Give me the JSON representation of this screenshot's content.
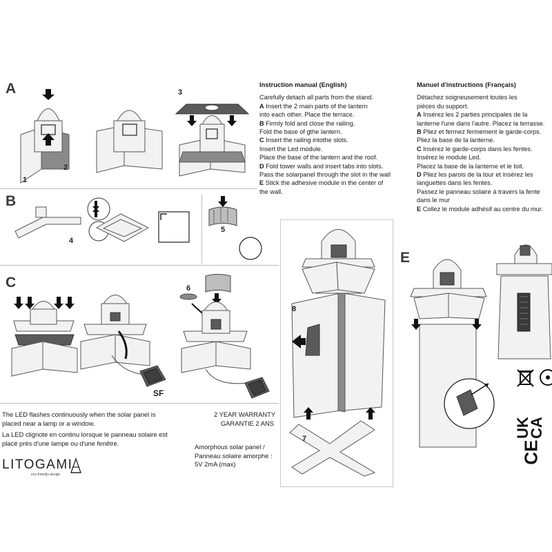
{
  "steps": {
    "A": "A",
    "B": "B",
    "C": "C",
    "D": "D",
    "E": "E"
  },
  "part_numbers": {
    "p1": "1",
    "p2": "2",
    "p3": "3",
    "p4": "4",
    "p5": "5",
    "p6": "6",
    "p7": "7",
    "p8": "8",
    "sf": "SF"
  },
  "english": {
    "heading": "Instruction manual (English)",
    "lines": [
      {
        "key": "",
        "text": "Carefully detach all parts from the stand."
      },
      {
        "key": "A",
        "text": " Insert the 2 main parts of the lantern"
      },
      {
        "key": "",
        "text": "into each other. Place the terrace."
      },
      {
        "key": "B",
        "text": " Firmly fold and close the railing."
      },
      {
        "key": "",
        "text": "Fold the base of gthe lantern."
      },
      {
        "key": "C",
        "text": " Insert the railing intothe slots."
      },
      {
        "key": "",
        "text": "Insert the Led module."
      },
      {
        "key": "",
        "text": "Place the base of the lantern and the roof."
      },
      {
        "key": "D",
        "text": " Fold tower walls and insert tabs into slots."
      },
      {
        "key": "",
        "text": "Pass the solarpanel through the slot in the wall"
      },
      {
        "key": "E",
        "text": " Stick the adhesive module in the center of"
      },
      {
        "key": "",
        "text": "the wall."
      }
    ]
  },
  "french": {
    "heading": "Manuel d'instructions (Français)",
    "lines": [
      {
        "key": "",
        "text": "Détachez soigneusement toutes les"
      },
      {
        "key": "",
        "text": "pièces du support."
      },
      {
        "key": "A",
        "text": " Insérez les 2 parties principales de la"
      },
      {
        "key": "",
        "text": "lanterne l'une dans l'autre. Placez la terrasse."
      },
      {
        "key": "B",
        "text": " Pliez et fermez fermement le garde-corps."
      },
      {
        "key": "",
        "text": "Pliez la base de la lanterne."
      },
      {
        "key": "C",
        "text": " Insérez le garde-corps dans les fentes."
      },
      {
        "key": "",
        "text": "Insérez le module Led."
      },
      {
        "key": "",
        "text": "Placez la base de la lanterne et le toit."
      },
      {
        "key": "D",
        "text": " Pliez les parois de la tour et insérez les"
      },
      {
        "key": "",
        "text": "languettes dans les fentes."
      },
      {
        "key": "",
        "text": "Passez le panneau solaire à travers la fente"
      },
      {
        "key": "",
        "text": "dans le mur"
      },
      {
        "key": "E",
        "text": " Collez le module adhésif au centre du mur."
      }
    ]
  },
  "bottom": {
    "led_en_1": "The LED flashes continuously when the solar panel is",
    "led_en_2": "placed near a lamp or a window.",
    "led_fr_1": "La LED clignote en continu lorsque le panneau solaire est",
    "led_fr_2": "placé près d'une lampe ou d'une fenêtre.",
    "warranty_en": "2 YEAR WARRANTY",
    "warranty_fr": "GARANTIE 2 ANS",
    "panel_1": "Amorphous solar panel /",
    "panel_2": "Panneau solaire amorphe :",
    "panel_3": "5V 2mA   (max)"
  },
  "brand": {
    "logo": "LITOGAMI",
    "tagline": "eco-friendly-design"
  },
  "marks": {
    "ukca_1": "UK",
    "ukca_2": "CA",
    "ce": "CE"
  },
  "icons": [
    "arrow-down-icon",
    "arrow-up-icon",
    "weee-bin-icon",
    "recycle-icon",
    "ukca-mark-icon",
    "ce-mark-icon",
    "lighthouse-icon"
  ]
}
